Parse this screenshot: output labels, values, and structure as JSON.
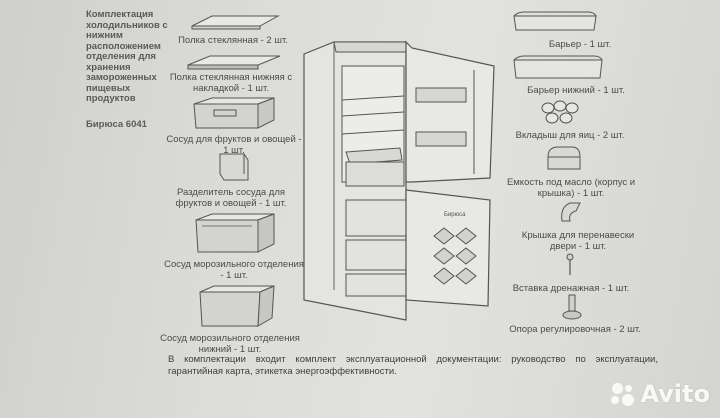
{
  "left_heading": "Комплектация холодильников с нижним расположением отделения для хранения замороженных пищевых продуктов",
  "model": "Бирюса 6041",
  "left_items": [
    "Полка стеклянная - 2 шт.",
    "Полка стеклянная нижняя с накладкой - 1 шт.",
    "Сосуд для фруктов и овощей - 1 шт.",
    "Разделитель сосуда для фруктов и овощей - 1 шт.",
    "Сосуд морозильного отделения - 1 шт.",
    "Сосуд морозильного отделения нижний - 1 шт."
  ],
  "right_items": [
    "Барьер - 1 шт.",
    "Барьер нижний - 1 шт.",
    "Вкладыш для яиц - 2 шт.",
    "Емкость под масло (корпус и крышка) - 1 шт.",
    "Крышка для перенавески двери - 1 шт.",
    "Вставка дренажная - 1 шт.",
    "Опора регулировочная - 2 шт."
  ],
  "fridge_label": "Бирюса",
  "note": "В комплектации входит комплект эксплуатационной документации: руководство по эксплуатации, гарантийная карта, этикетка энергоэффективности.",
  "watermark": "Avito",
  "colors": {
    "paper": "#dcdcd8",
    "ink": "#4a4a4a",
    "line": "#555555"
  }
}
